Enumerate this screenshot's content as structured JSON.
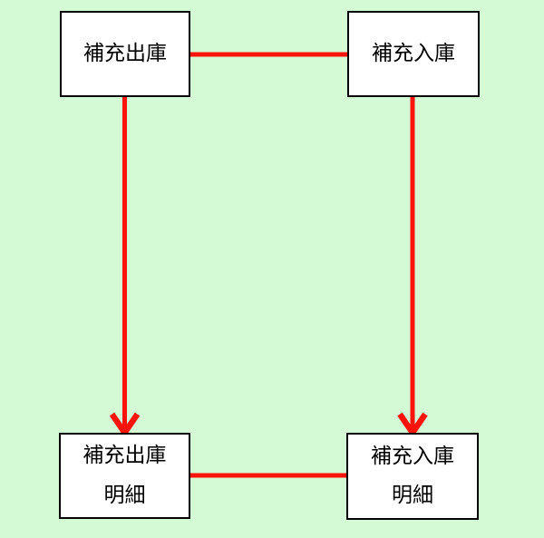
{
  "colors": {
    "background": "#d4fad5",
    "connector": "#f9130a",
    "node_fill": "#ffffff",
    "node_border": "#000000",
    "node_text": "#000000"
  },
  "diagram": {
    "nodes": [
      {
        "id": "replenishment-outbound",
        "lines": [
          "補充出庫"
        ]
      },
      {
        "id": "replenishment-inbound",
        "lines": [
          "補充入庫"
        ]
      },
      {
        "id": "replenishment-outbound-detail",
        "lines": [
          "補充出庫",
          "明細"
        ]
      },
      {
        "id": "replenishment-inbound-detail",
        "lines": [
          "補充入庫",
          "明細"
        ]
      }
    ]
  }
}
